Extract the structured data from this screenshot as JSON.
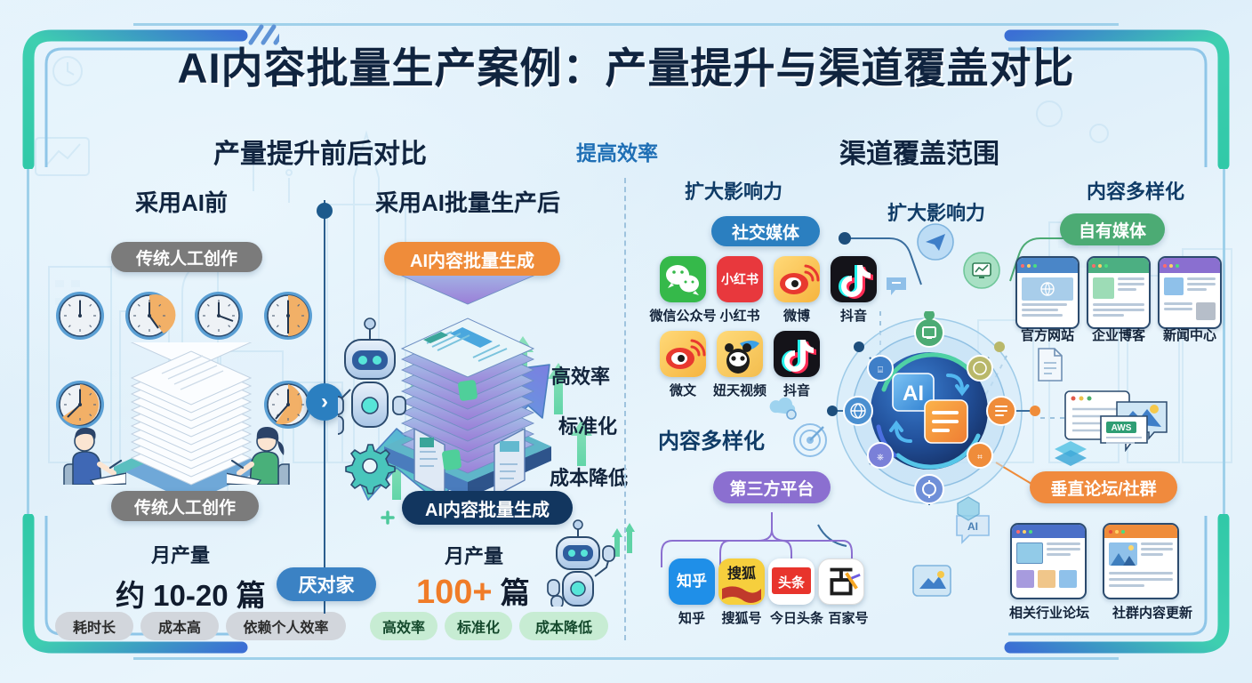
{
  "title": "AI内容批量生产案例：产量提升与渠道覆盖对比",
  "sections": {
    "left_heading": "产量提升前后对比",
    "middle_heading": "提高效率",
    "right_heading": "渠道覆盖范围"
  },
  "before": {
    "panel_title": "采用AI前",
    "top_pill": "传统人工创作",
    "bottom_pill": "传统人工创作",
    "stat_label": "月产量",
    "stat_value": "约 10-20 篇",
    "tags": [
      "耗时长",
      "成本高",
      "依赖个人效率"
    ]
  },
  "after": {
    "panel_title": "采用AI批量生产后",
    "top_pill": "AI内容批量生成",
    "bottom_pill": "AI内容批量生成",
    "benefits": [
      "高效率",
      "标准化",
      "成本降低"
    ],
    "stat_label": "月产量",
    "stat_value_big": "100+",
    "stat_value_unit": "篇",
    "tags": [
      "高效率",
      "标准化",
      "成本降低"
    ]
  },
  "divider": {
    "compare_pill": "厌对家",
    "arrow_glyph": "›"
  },
  "channels": {
    "labels": {
      "social_note": "扩大影响力",
      "center_note": "扩大影响力",
      "owned_note": "内容多样化",
      "third_note": "内容多样化"
    },
    "social": {
      "pill": "社交媒体",
      "row1": [
        {
          "name": "微信公众号",
          "icon": "wechat-icon",
          "color": "#35b94a"
        },
        {
          "name": "小红书",
          "icon": "xiaohongshu-icon",
          "color": "#e8383d"
        },
        {
          "name": "微博",
          "icon": "weibo-icon",
          "color": "#ffc84d"
        },
        {
          "name": "抖音",
          "icon": "douyin-icon",
          "color": "#141319"
        }
      ],
      "row2": [
        {
          "name": "微文",
          "icon": "weiwen-icon",
          "color": "#ffc84d"
        },
        {
          "name": "妞天视频",
          "icon": "niutian-video-icon",
          "color": "#f5c451"
        },
        {
          "name": "抖音",
          "icon": "douyin-icon",
          "color": "#141319"
        }
      ]
    },
    "owned": {
      "pill": "自有媒体",
      "items": [
        {
          "name": "官方网站",
          "icon": "website-card-icon",
          "bar": "#4a86c8"
        },
        {
          "name": "企业博客",
          "icon": "blog-card-icon",
          "bar": "#4caf82"
        },
        {
          "name": "新闻中心",
          "icon": "news-card-icon",
          "bar": "#8a6fd0"
        }
      ]
    },
    "third_party": {
      "pill": "第三方平台",
      "items": [
        {
          "name": "知乎",
          "icon": "zhihu-icon",
          "color": "#1f8fe8"
        },
        {
          "name": "搜狐号",
          "icon": "sohu-icon",
          "color": "#f6cf3d"
        },
        {
          "name": "今日头条",
          "icon": "toutiao-icon",
          "color": "#e8342c"
        },
        {
          "name": "百家号",
          "icon": "baijiahao-icon",
          "color": "#ffffff"
        }
      ]
    },
    "forums": {
      "pill": "垂直论坛/社群",
      "items": [
        {
          "name": "相关行业论坛",
          "icon": "forum-card-icon",
          "bar": "#4a6fc8"
        },
        {
          "name": "社群内容更新",
          "icon": "community-card-icon",
          "bar": "#ef8c3a"
        }
      ]
    },
    "hub": {
      "badge": "AI",
      "doc_icon": "document-icon",
      "sync_icon": "sync-arrows-icon"
    },
    "decor": {
      "aws_card_label": "AWS",
      "ai_chip_label": "AI"
    }
  },
  "colors": {
    "accent_blue": "#2b7fc0",
    "accent_orange": "#ef8c3a",
    "accent_green": "#4cab74",
    "accent_purple": "#8b6fd0",
    "navy": "#12365f",
    "background": "#e4f2fb"
  }
}
